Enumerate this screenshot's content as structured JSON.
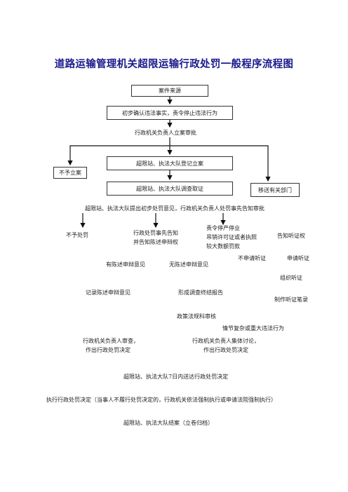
{
  "title": "道路运输管理机关超限运输行政处罚一般程序流程图",
  "nodes": {
    "case_source": "案件来源",
    "initial_confirm": "初步确认违法事实，责令停止违法行为",
    "leader_approval": "行政机关负责人立案审批",
    "no_filing": "不予立案",
    "register_case": "超限站、执法大队登记立案",
    "investigate": "超限站、执法大队调查取证",
    "transfer": "移送有关部门",
    "initial_opinion": "超限站、执法大队提出初步处罚意见，行政机关负责人处罚事先告知审批",
    "no_penalty": "不予处罚",
    "prior_notice_1": "行政处罚事先告知",
    "prior_notice_2": "并告知陈述申辩权",
    "heavy_penalty_1": "责令停产停业",
    "heavy_penalty_2": "吊销许可证或者执照",
    "heavy_penalty_3": "较大数额罚款",
    "notify_hearing": "告知听证权",
    "with_statement": "有陈述申辩意见",
    "no_statement": "无陈述申辩意见",
    "no_hearing_request": "不申请听证",
    "request_hearing": "申请听证",
    "organize_hearing": "组织听证",
    "record_statement": "记录陈述申辩意见",
    "final_report": "形成调查终结报告",
    "hearing_transcript": "制作听证笔录",
    "legal_review": "政策法规科审核",
    "complex_case": "情节复杂或重大违法行为",
    "leader_review_1": "行政机关负责人审查，",
    "leader_review_2": "作出行政处罚决定",
    "collective_1": "行政机关负责人集体讨论，",
    "collective_2": "作出行政处罚决定",
    "serve_decision": "超限站、执法大队7日内送达行政处罚决定",
    "execute": "执行行政处罚决定（当事人不履行处罚决定的，行政机关依法强制执行或申请法院强制执行）",
    "close_case": "超限站、执法大队结案（立卷归档）"
  }
}
